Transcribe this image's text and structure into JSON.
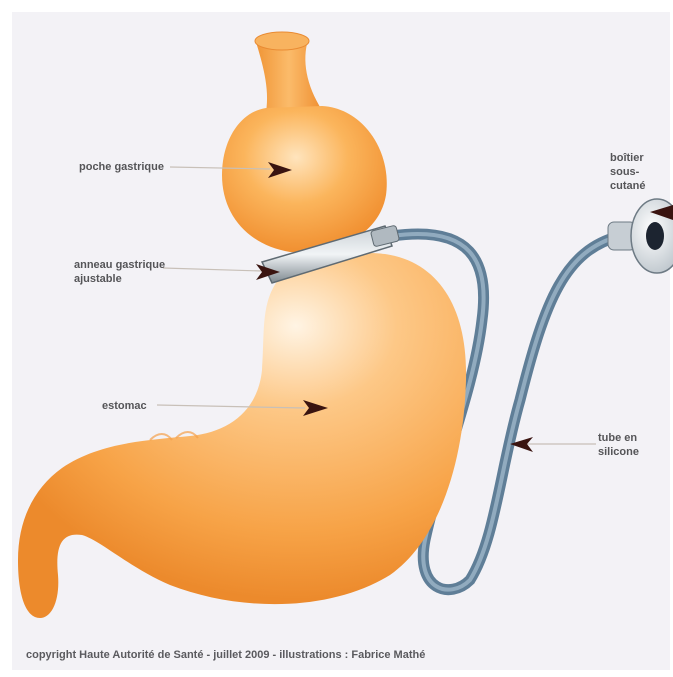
{
  "labels": {
    "poche": "poche gastrique",
    "anneau": "anneau gastrique\najustable",
    "estomac": "estomac",
    "boitier": "boîtier\nsous-cutané",
    "tube": "tube en\nsilicone"
  },
  "copyright": "copyright Haute Autorité de Santé - juillet 2009 - illustrations : Fabrice Mathé",
  "colors": {
    "stomach": "#f7a347",
    "stomach_light": "#ffd7a0",
    "tube": "#6f8fa8",
    "ring": "#9aa5ad",
    "pointer": "#3a1410"
  }
}
